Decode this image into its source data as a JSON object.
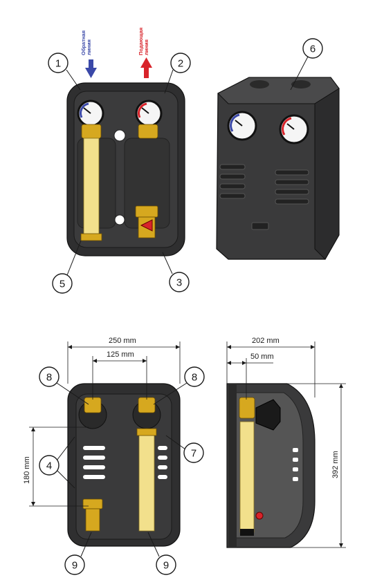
{
  "flow_labels": {
    "return": "Обратная линия",
    "return_line1": "Обратная",
    "return_line2": "линия",
    "supply_line1": "Подающая",
    "supply_line2": "линия"
  },
  "callouts": {
    "c1": "1",
    "c2": "2",
    "c3": "3",
    "c4": "4",
    "c5": "5",
    "c6": "6",
    "c7": "7",
    "c8a": "8",
    "c8b": "8",
    "c9a": "9",
    "c9b": "9"
  },
  "dimensions": {
    "width_250": "250 mm",
    "spacing_125": "125 mm",
    "height_180": "180 mm",
    "depth_202": "202 mm",
    "offset_50": "50 mm",
    "height_392": "392 mm"
  },
  "colors": {
    "return_arrow": "#3a48a8",
    "supply_arrow": "#d8232a",
    "housing": "#2f2f30",
    "brass": "#d6a81f",
    "tube": "#f2e08c"
  }
}
